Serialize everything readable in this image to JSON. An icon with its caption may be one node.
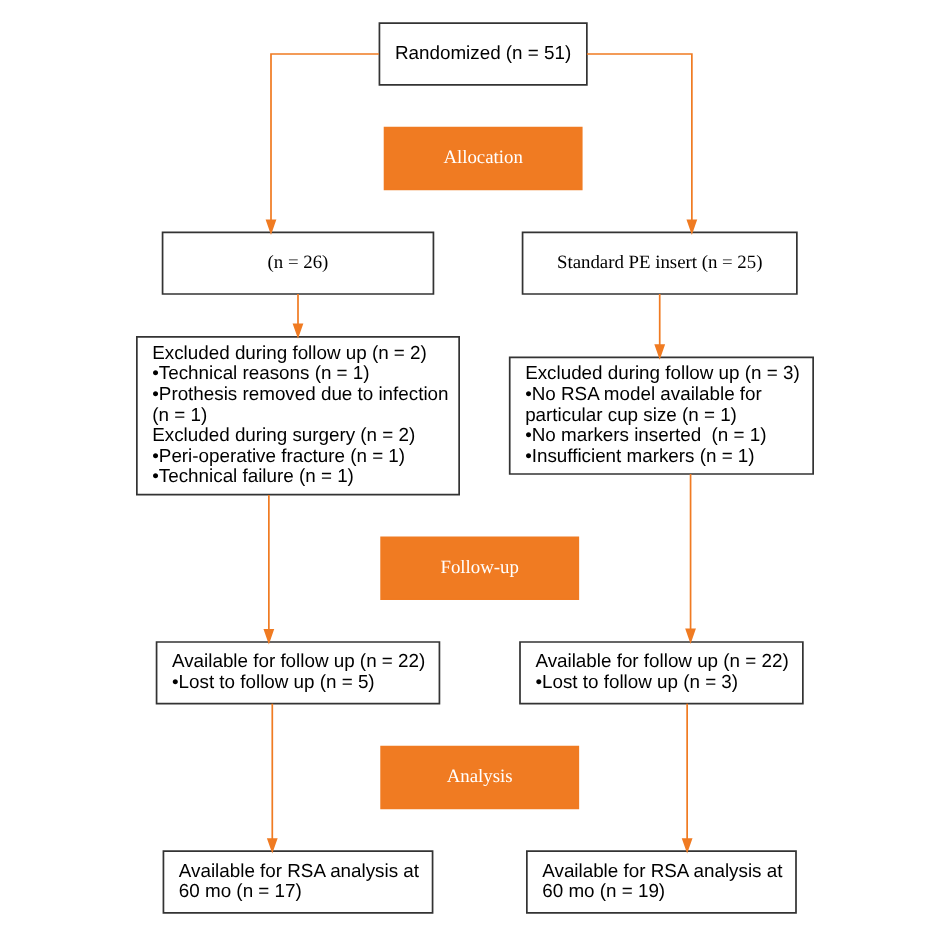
{
  "diagram": {
    "nodes": [
      {
        "text": [
          "Randomized (n = 51)"
        ]
      },
      {
        "text": [
          "Allocation"
        ]
      },
      {
        "text": [
          "(n = 26)"
        ]
      },
      {
        "text": [
          "Standard PE insert (n = 25)"
        ]
      },
      {
        "text": [
          "Excluded during follow up (n = 2)",
          "•Technical reasons (n = 1)",
          "•Prothesis removed due to infection (n = 1)",
          "Excluded during surgery (n = 2)",
          "•Peri-operative fracture (n = 1)",
          "•Technical failure (n = 1)"
        ]
      },
      {
        "text": [
          "Excluded during follow up (n = 3)",
          "•No RSA model available for particular cup size (n = 1)",
          "•No markers inserted  (n = 1)",
          "•Insufficient markers (n = 1)"
        ]
      },
      {
        "text": [
          "Follow-up"
        ]
      },
      {
        "text": [
          "Available for follow up (n = 22)",
          "•Lost to follow up (n = 5)"
        ]
      },
      {
        "text": [
          "Available for follow up (n = 22)",
          "•Lost to follow up (n = 3)"
        ]
      },
      {
        "text": [
          "Analysis"
        ]
      },
      {
        "text": [
          "Available for RSA analysis at 60 mo (n = 17)"
        ]
      },
      {
        "text": [
          "Available for RSA analysis at 60 mo (n = 19)"
        ]
      }
    ],
    "edges": [
      {
        "from": 0,
        "to": 2,
        "arrow": "to"
      },
      {
        "from": 0,
        "to": 3,
        "arrow": "to"
      },
      {
        "from": 2,
        "to": 4,
        "arrow": "to"
      },
      {
        "from": 3,
        "to": 5,
        "arrow": "to"
      },
      {
        "from": 4,
        "to": 7,
        "arrow": "to"
      },
      {
        "from": 5,
        "to": 8,
        "arrow": "to"
      },
      {
        "from": 7,
        "to": 10,
        "arrow": "to"
      },
      {
        "from": 8,
        "to": 11,
        "arrow": "to"
      }
    ]
  }
}
